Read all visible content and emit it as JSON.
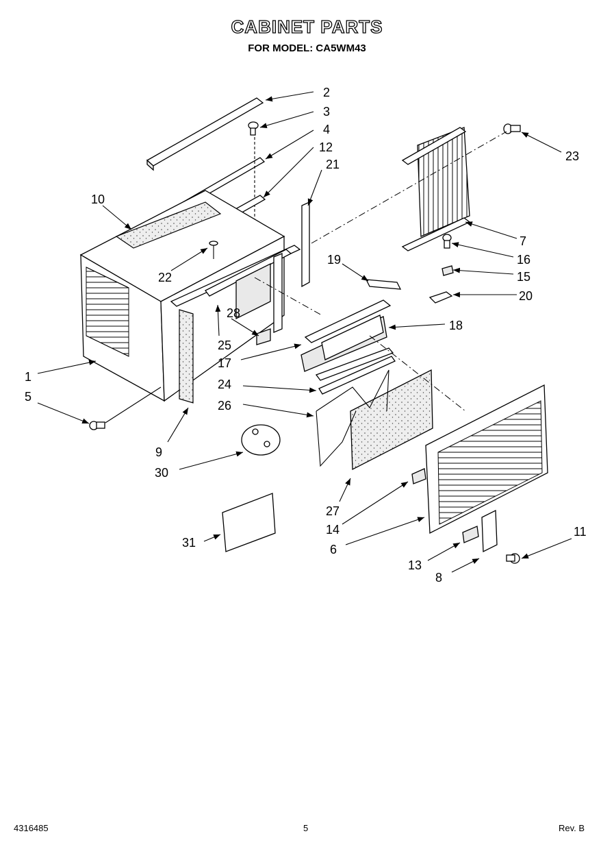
{
  "header": {
    "title": "CABINET PARTS",
    "subtitle": "FOR MODEL: CA5WM43"
  },
  "callouts": [
    "1",
    "2",
    "3",
    "4",
    "5",
    "6",
    "7",
    "8",
    "9",
    "10",
    "11",
    "12",
    "13",
    "14",
    "15",
    "16",
    "17",
    "18",
    "19",
    "20",
    "21",
    "22",
    "23",
    "24",
    "25",
    "26",
    "27",
    "28",
    "30",
    "31"
  ],
  "footer": {
    "doc_number": "4316485",
    "page": "5",
    "revision": "Rev. B"
  }
}
